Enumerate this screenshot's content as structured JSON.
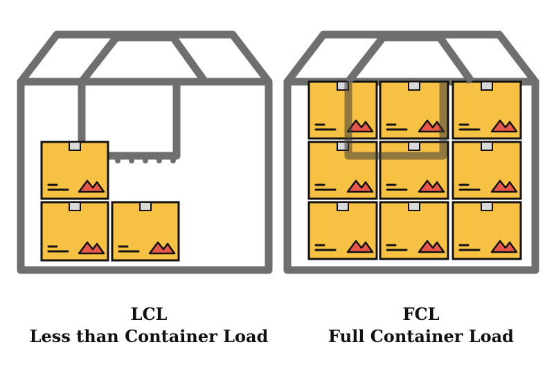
{
  "colors": {
    "outline": "#6f6f6f",
    "box_fill": "#f7c244",
    "box_stroke": "#111111",
    "tape_fill": "#d9d9d9",
    "mark_red": "#e8564a",
    "background": "#ffffff"
  },
  "panels": [
    {
      "id": "lcl",
      "abbreviation": "LCL",
      "full_name": "Less than Container Load",
      "box_count": 3
    },
    {
      "id": "fcl",
      "abbreviation": "FCL",
      "full_name": "Full Container Load",
      "box_count": 9
    }
  ]
}
